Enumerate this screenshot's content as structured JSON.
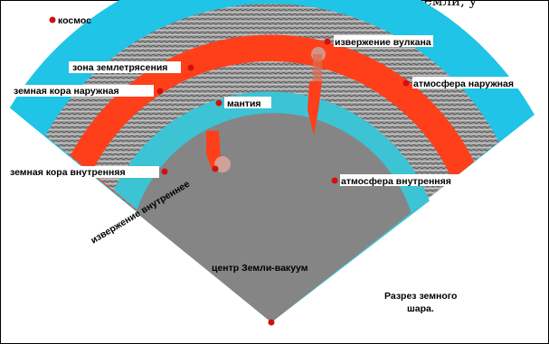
{
  "header_fragment": "в результате чего образовался разрез Земли, у",
  "colors": {
    "outer_atmosphere": "#1fc4e6",
    "crust": "#8c8c8c",
    "mantle": "#ff3f1a",
    "inner_atmosphere": "#3cc3d4",
    "core": "#858585",
    "marker": "#d11010"
  },
  "labels": {
    "space": "космос",
    "volcano": "извержение вулкана",
    "quake_zone": "зона землетрясения",
    "outer_crust": "земная кора наружная",
    "outer_atmosphere": "атмосфера наружная",
    "mantle": "мантия",
    "inner_crust": "земная кора внутренняя",
    "inner_eruption": "извержение внутреннее",
    "inner_atmosphere": "атмосфера внутренняя",
    "core": "центр Земли-вакуум",
    "caption_line1": "Разрез земного",
    "caption_line2": "шара."
  }
}
